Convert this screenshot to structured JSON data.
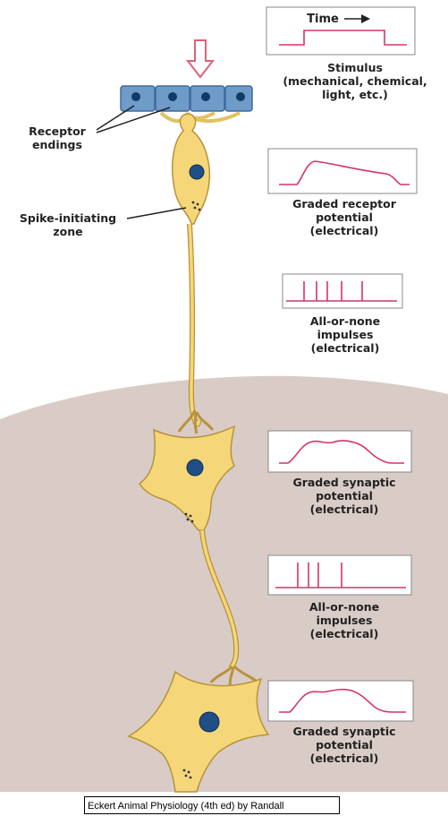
{
  "colors": {
    "trace": "#d6336c",
    "neuron_fill": "#f5d77a",
    "neuron_stroke": "#b8923a",
    "nucleus": "#1f4f86",
    "receptor_box": "#6f9bc9",
    "background_region": "#d8cbc6",
    "arrow": "#e0607a"
  },
  "labels": {
    "time": "Time",
    "stimulus": [
      "Stimulus",
      "(mechanical, chemical,",
      "light, etc.)"
    ],
    "receptor_endings": [
      "Receptor",
      "endings"
    ],
    "spike_zone": [
      "Spike-initiating",
      "zone"
    ],
    "graded_receptor": [
      "Graded receptor",
      "potential",
      "(electrical)"
    ],
    "impulses_1": [
      "All-or-none",
      "impulses",
      "(electrical)"
    ],
    "graded_synaptic_1": [
      "Graded synaptic",
      "potential",
      "(electrical)"
    ],
    "impulses_2": [
      "All-or-none",
      "impulses",
      "(electrical)"
    ],
    "graded_synaptic_2": [
      "Graded synaptic",
      "potential",
      "(electrical)"
    ]
  },
  "credit": "Eckert Animal Physiology (4th ed) by Randall"
}
